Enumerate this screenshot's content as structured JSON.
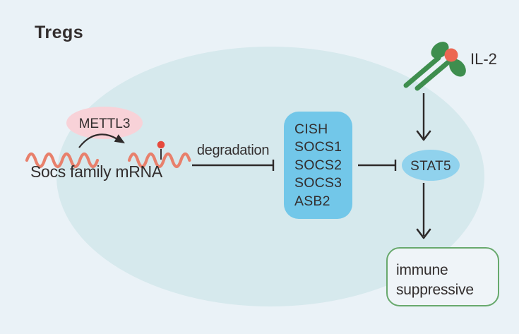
{
  "title": "Tregs",
  "pathway": {
    "methyltransferase_label": "METTL3",
    "mrna_label": "Socs family mRNA",
    "degradation_label": "degradation",
    "target_genes": [
      "CISH",
      "SOCS1",
      "SOCS2",
      "SOCS3",
      "ASB2"
    ],
    "cytokine_label": "IL-2",
    "transcription_factor_label": "STAT5",
    "outcome_lines": [
      "immune",
      "suppressive"
    ]
  },
  "colors": {
    "background": "#eaf2f7",
    "cell_fill": "#d6e9ed",
    "mettl3_fill": "#f8d2d8",
    "mrna_stroke": "#e8806c",
    "m6a_mark_red": "#e6493c",
    "genes_box_fill": "#72c7e9",
    "stat5_fill": "#90d2ed",
    "receptor_green": "#3e8e4e",
    "il2_ball": "#ec6752",
    "outcome_border": "#68a96d",
    "outcome_fill": "#eff4f8",
    "line": "#2e2a2a",
    "text": "#332e2e"
  }
}
